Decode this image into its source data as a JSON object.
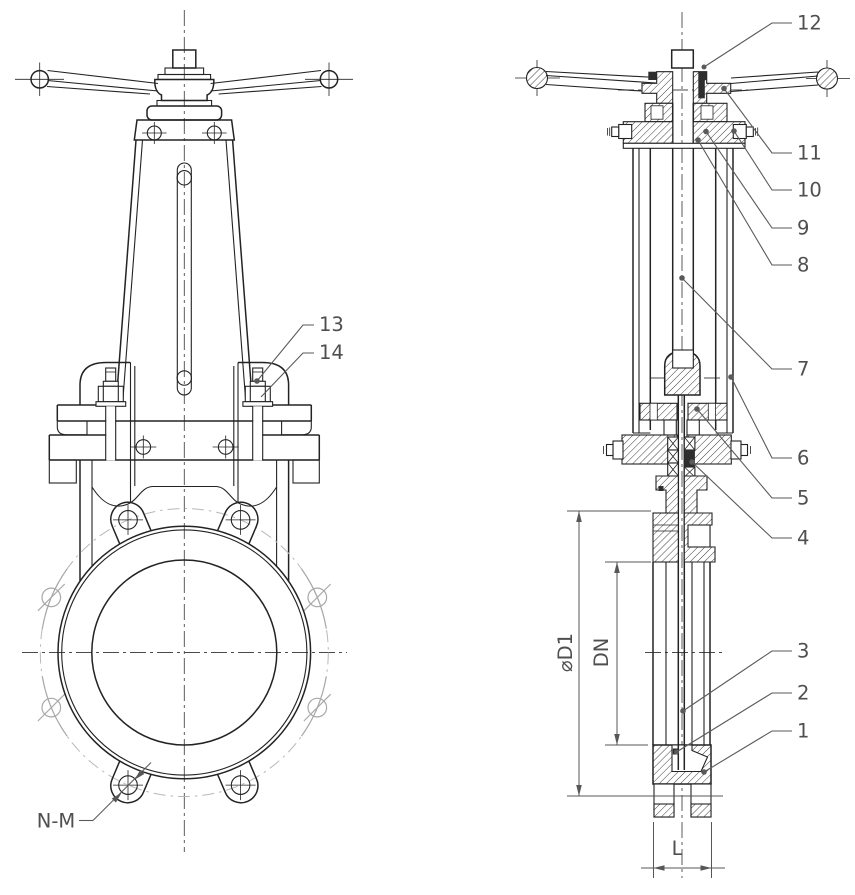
{
  "drawing": {
    "kind": "technical-drawing",
    "subject": "knife gate valve two-view engineering drawing with part callouts"
  },
  "colors": {
    "line": "#232323",
    "leader": "#5a5a5a",
    "text": "#4f4f4f",
    "phantom": "#a8a8a8",
    "background": "#ffffff"
  },
  "callouts": {
    "side_view": [
      {
        "label": "12"
      },
      {
        "label": "11"
      },
      {
        "label": "10"
      },
      {
        "label": "9"
      },
      {
        "label": "8"
      },
      {
        "label": "7"
      },
      {
        "label": "6"
      },
      {
        "label": "5"
      },
      {
        "label": "4"
      },
      {
        "label": "3"
      },
      {
        "label": "2"
      },
      {
        "label": "1"
      }
    ],
    "front_view": [
      {
        "label": "13"
      },
      {
        "label": "14"
      }
    ]
  },
  "dimensions": {
    "bolt_circle": "⌀D1",
    "bore": "DN",
    "face_to_face": "L",
    "bolt_holes": "N-M"
  }
}
